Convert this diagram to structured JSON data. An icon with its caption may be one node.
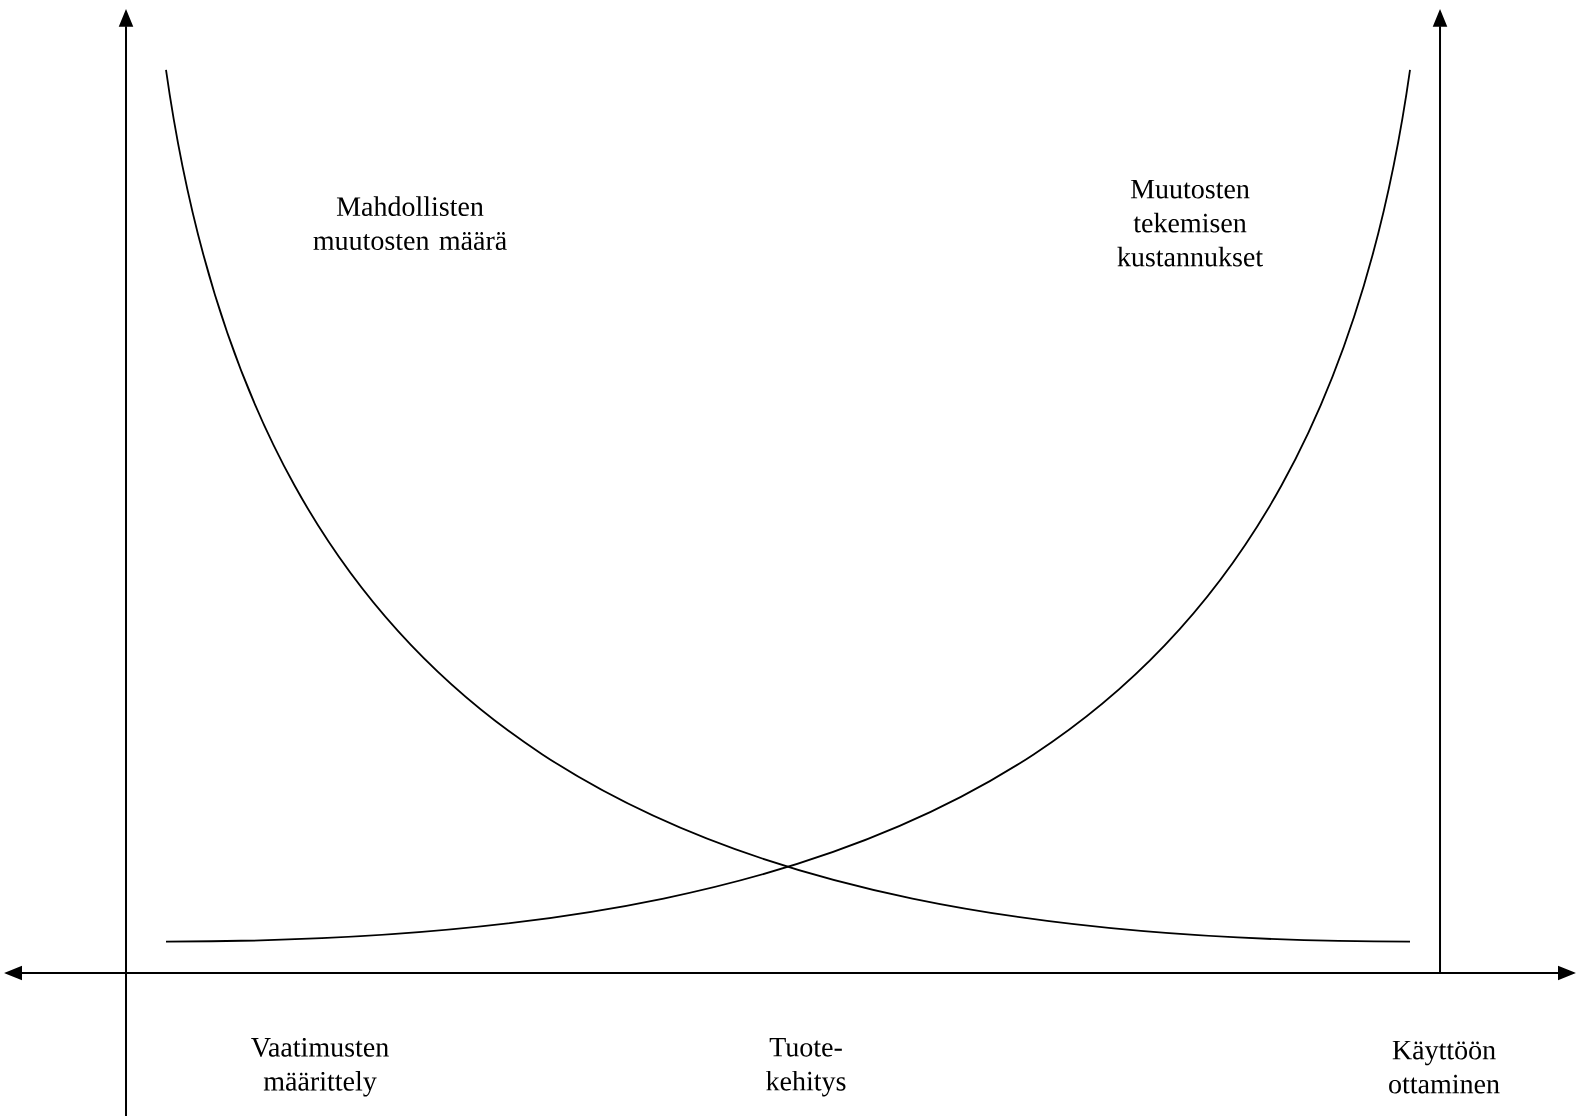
{
  "diagram": {
    "labels": [
      "Mahdollisten muutosten määrä",
      "Muutosten tekemisen kustannukset",
      "Vaatimusten määrittely",
      "Tuote-kehitys",
      "Käyttöön ottaminen"
    ]
  }
}
